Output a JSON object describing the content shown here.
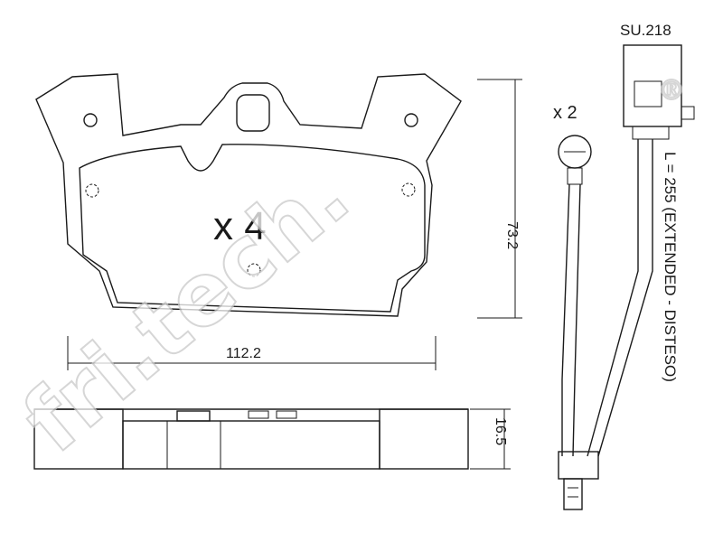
{
  "pad": {
    "quantity_label": "x 4",
    "height_dim": "73.2",
    "width_dim": "112.2",
    "thickness_dim": "16.5"
  },
  "sensor": {
    "code": "SU.218",
    "quantity_label": "x 2",
    "length_note": "L = 255 (EXTENDED - DISTESO)"
  },
  "watermark": {
    "text": "fri.tech.",
    "registered": "®"
  },
  "colors": {
    "pad_fill": "#b9b9b9",
    "line": "#1a1a1a",
    "background": "#ffffff"
  }
}
